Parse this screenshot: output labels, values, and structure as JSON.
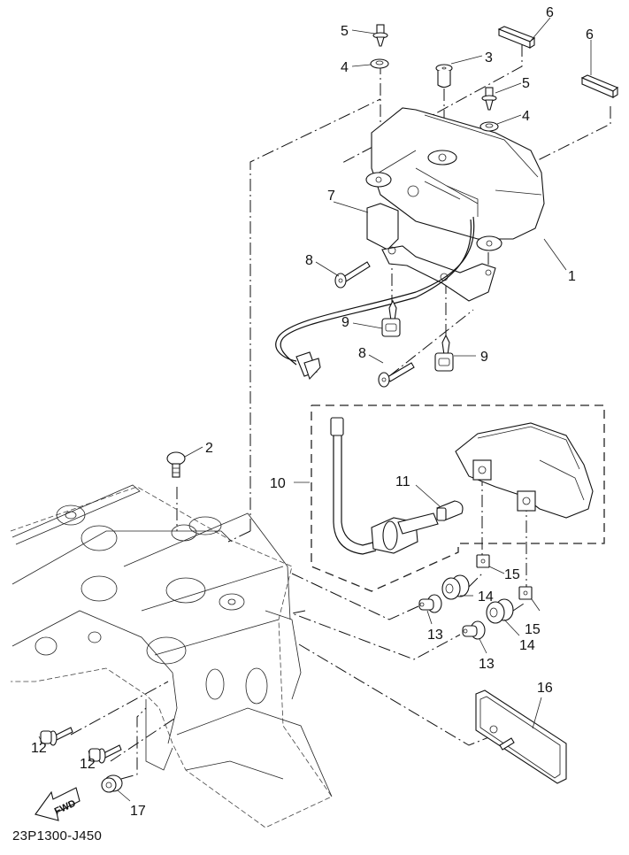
{
  "diagram": {
    "title": "Tail light / license light assembly exploded view",
    "drawing_code": "23P1300-J450",
    "direction_label": "FWD",
    "callouts": [
      {
        "ref": "1",
        "part": "tail-light-assembly"
      },
      {
        "ref": "2",
        "part": "screw"
      },
      {
        "ref": "3",
        "part": "collar"
      },
      {
        "ref": "4",
        "part": "washer"
      },
      {
        "ref": "5",
        "part": "bolt"
      },
      {
        "ref": "6",
        "part": "damper"
      },
      {
        "ref": "7",
        "part": "bracket"
      },
      {
        "ref": "8",
        "part": "screw"
      },
      {
        "ref": "9",
        "part": "clip"
      },
      {
        "ref": "10",
        "part": "license-light-assembly"
      },
      {
        "ref": "11",
        "part": "bulb"
      },
      {
        "ref": "12",
        "part": "bolt"
      },
      {
        "ref": "13",
        "part": "collar"
      },
      {
        "ref": "14",
        "part": "grommet"
      },
      {
        "ref": "15",
        "part": "nut"
      },
      {
        "ref": "16",
        "part": "reflector"
      },
      {
        "ref": "17",
        "part": "nut"
      }
    ],
    "labels": {
      "l1": "1",
      "l2": "2",
      "l3": "3",
      "l4a": "4",
      "l4b": "4",
      "l5a": "5",
      "l5b": "5",
      "l6a": "6",
      "l6b": "6",
      "l7": "7",
      "l8a": "8",
      "l8b": "8",
      "l9a": "9",
      "l9b": "9",
      "l10": "10",
      "l11": "11",
      "l12a": "12",
      "l12b": "12",
      "l13a": "13",
      "l13b": "13",
      "l14a": "14",
      "l14b": "14",
      "l15a": "15",
      "l15b": "15",
      "l16": "16",
      "l17": "17"
    }
  }
}
